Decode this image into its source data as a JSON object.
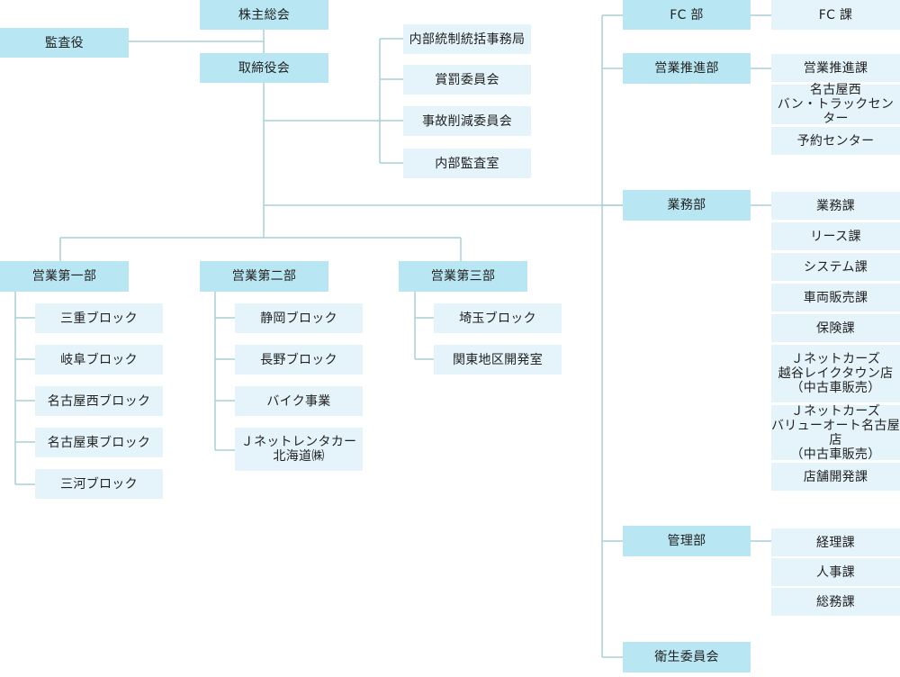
{
  "org": {
    "shareholders": "株主総会",
    "auditor": "監査役",
    "board": "取締役会",
    "committees": [
      "内部統制統括事務局",
      "賞罰委員会",
      "事故削減委員会",
      "内部監査室"
    ],
    "sales1": {
      "name": "営業第一部",
      "items": [
        "三重ブロック",
        "岐阜ブロック",
        "名古屋西ブロック",
        "名古屋東ブロック",
        "三河ブロック"
      ]
    },
    "sales2": {
      "name": "営業第二部",
      "items": [
        "静岡ブロック",
        "長野ブロック",
        "バイク事業",
        "Ｊネットレンタカー\n北海道㈱"
      ]
    },
    "sales3": {
      "name": "営業第三部",
      "items": [
        "埼玉ブロック",
        "関東地区開発室"
      ]
    },
    "fc": {
      "name": "FC 部",
      "items": [
        "FC 課"
      ]
    },
    "promo": {
      "name": "営業推進部",
      "items": [
        "営業推進課",
        "名古屋西\nバン・トラックセンター",
        "予約センター"
      ]
    },
    "biz": {
      "name": "業務部",
      "items": [
        "業務課",
        "リース課",
        "システム課",
        "車両販売課",
        "保険課",
        "Ｊネットカーズ\n越谷レイクタウン店\n（中古車販売）",
        "Ｊネットカーズ\nバリューオート名古屋店\n（中古車販売）",
        "店舗開発課"
      ]
    },
    "admin": {
      "name": "管理部",
      "items": [
        "経理課",
        "人事課",
        "総務課"
      ]
    },
    "safety": "衛生委員会"
  }
}
